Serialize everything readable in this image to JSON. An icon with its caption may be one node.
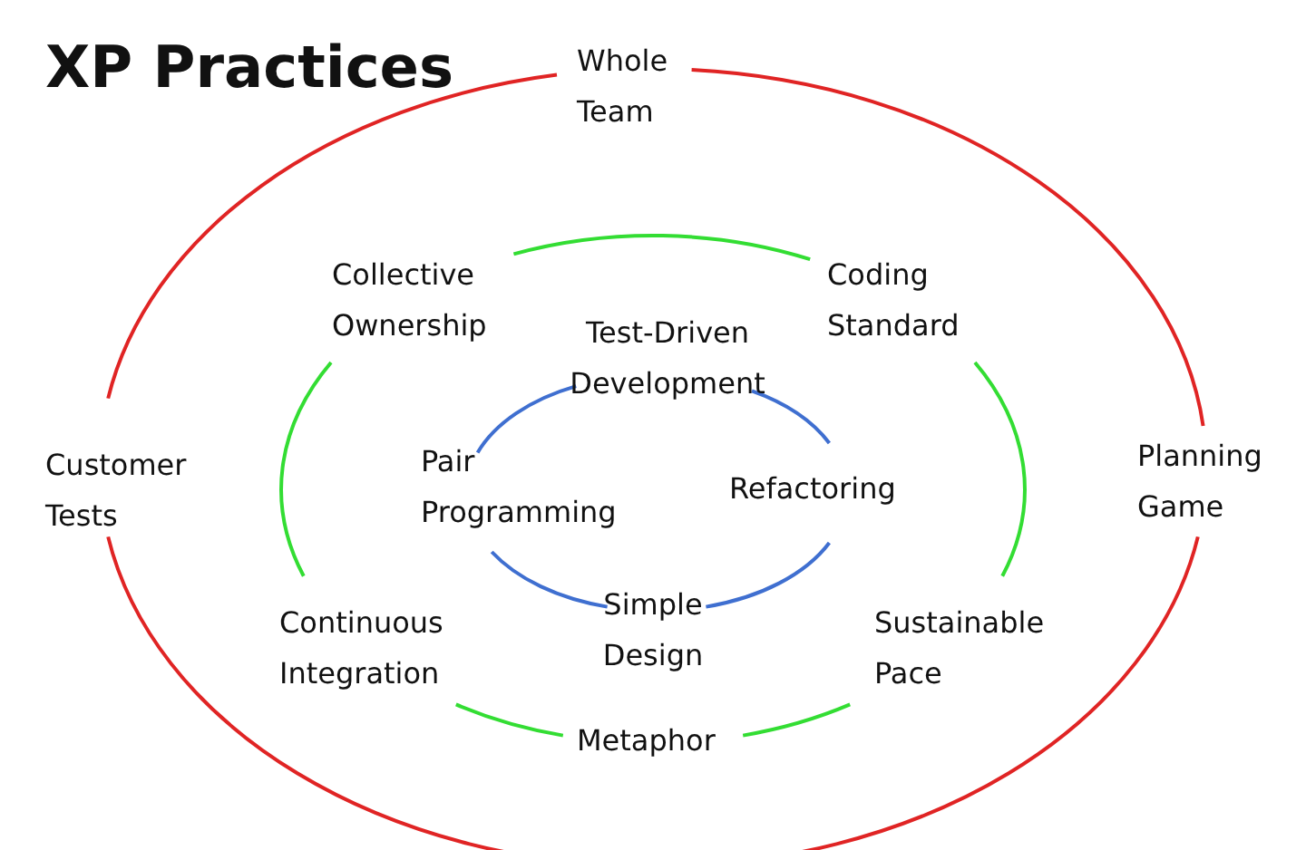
{
  "diagram": {
    "title": "XP Practices",
    "nodes": [
      {
        "text": [
          "Whole Team"
        ]
      },
      {
        "text": [
          "Collective Ownership"
        ]
      },
      {
        "text": [
          "Coding Standard"
        ]
      },
      {
        "text": [
          "Test-Driven Development"
        ]
      },
      {
        "text": [
          "Customer Tests"
        ]
      },
      {
        "text": [
          "Pair Programming"
        ]
      },
      {
        "text": [
          "Refactoring"
        ]
      },
      {
        "text": [
          "Planning Game"
        ]
      },
      {
        "text": [
          "Simple Design"
        ]
      },
      {
        "text": [
          "Continuous Integration"
        ]
      },
      {
        "text": [
          "Sustainable Pace"
        ]
      },
      {
        "text": [
          "Metaphor"
        ]
      }
    ],
    "edges": [
      {
        "from": 0,
        "to": 7,
        "arrow": "none",
        "color": "#e02424"
      },
      {
        "from": 7,
        "to": 4,
        "arrow": "none",
        "color": "#e02424"
      },
      {
        "from": 4,
        "to": 0,
        "arrow": "none",
        "color": "#e02424"
      },
      {
        "from": 1,
        "to": 2,
        "arrow": "none",
        "color": "#33dd33"
      },
      {
        "from": 2,
        "to": 10,
        "arrow": "none",
        "color": "#33dd33"
      },
      {
        "from": 10,
        "to": 11,
        "arrow": "none",
        "color": "#33dd33"
      },
      {
        "from": 11,
        "to": 9,
        "arrow": "none",
        "color": "#33dd33"
      },
      {
        "from": 9,
        "to": 1,
        "arrow": "none",
        "color": "#33dd33"
      },
      {
        "from": 5,
        "to": 3,
        "arrow": "none",
        "color": "#3f6fd0"
      },
      {
        "from": 3,
        "to": 6,
        "arrow": "none",
        "color": "#3f6fd0"
      },
      {
        "from": 6,
        "to": 8,
        "arrow": "none",
        "color": "#3f6fd0"
      },
      {
        "from": 8,
        "to": 5,
        "arrow": "none",
        "color": "#3f6fd0"
      }
    ]
  }
}
